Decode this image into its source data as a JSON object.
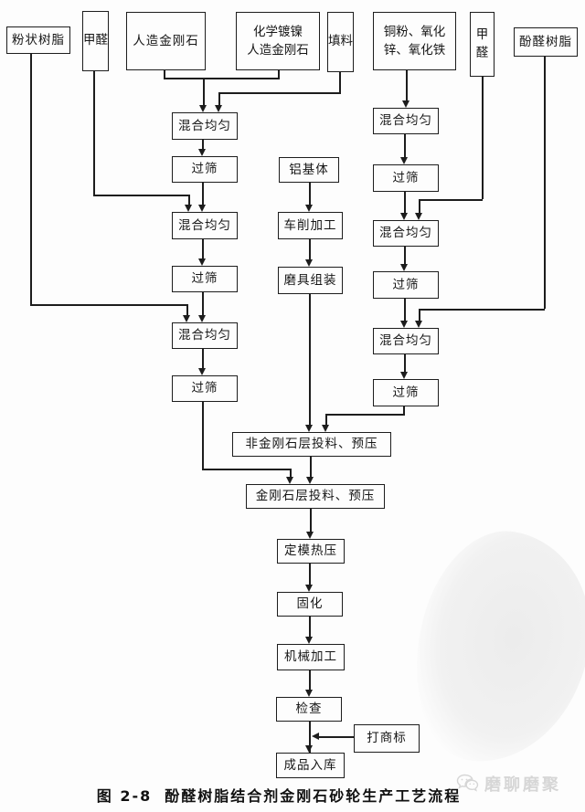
{
  "nodes": {
    "powder_resin": {
      "label": "粉状树脂"
    },
    "formaldehyde_l": {
      "label": "甲醛"
    },
    "synthetic_diamond": {
      "label": "人造金刚石"
    },
    "ni_plated_diamond": {
      "label": "化学镀镍\n人造金刚石"
    },
    "filler": {
      "label": "填料"
    },
    "copper_oxides": {
      "label": "铜粉、氧化\n锌、氧化铁"
    },
    "formaldehyde_r": {
      "label": "甲醛"
    },
    "phenolic_resin": {
      "label": "酚醛树脂"
    },
    "mix_a1": {
      "label": "混合均匀"
    },
    "sieve_a2": {
      "label": "过筛"
    },
    "mix_a3": {
      "label": "混合均匀"
    },
    "sieve_a4": {
      "label": "过筛"
    },
    "mix_a5": {
      "label": "混合均匀"
    },
    "sieve_a6": {
      "label": "过筛"
    },
    "al_base": {
      "label": "铝基体"
    },
    "turning": {
      "label": "车削加工"
    },
    "tool_assembly": {
      "label": "磨具组装"
    },
    "mix_b1": {
      "label": "混合均匀"
    },
    "sieve_b2": {
      "label": "过筛"
    },
    "mix_b3": {
      "label": "混合均匀"
    },
    "sieve_b4": {
      "label": "过筛"
    },
    "mix_b5": {
      "label": "混合均匀"
    },
    "sieve_b6": {
      "label": "过筛"
    },
    "nondiamond_layer": {
      "label": "非金刚石层投料、预压"
    },
    "diamond_layer": {
      "label": "金刚石层投料、预压"
    },
    "hot_press": {
      "label": "定模热压"
    },
    "curing": {
      "label": "固化"
    },
    "machining": {
      "label": "机械加工"
    },
    "inspection": {
      "label": "检查"
    },
    "trademark": {
      "label": "打商标"
    },
    "storage": {
      "label": "成品入库"
    }
  },
  "caption": {
    "figure_no": "图 2-8",
    "title": "酚醛树脂结合剂金刚石砂轮生产工艺流程"
  },
  "watermark": {
    "brand": "磨聊磨聚"
  },
  "colors": {
    "line": "#1d1d1d",
    "background": "#fdfdfd",
    "watermark_gray": "#d6d6d6"
  }
}
